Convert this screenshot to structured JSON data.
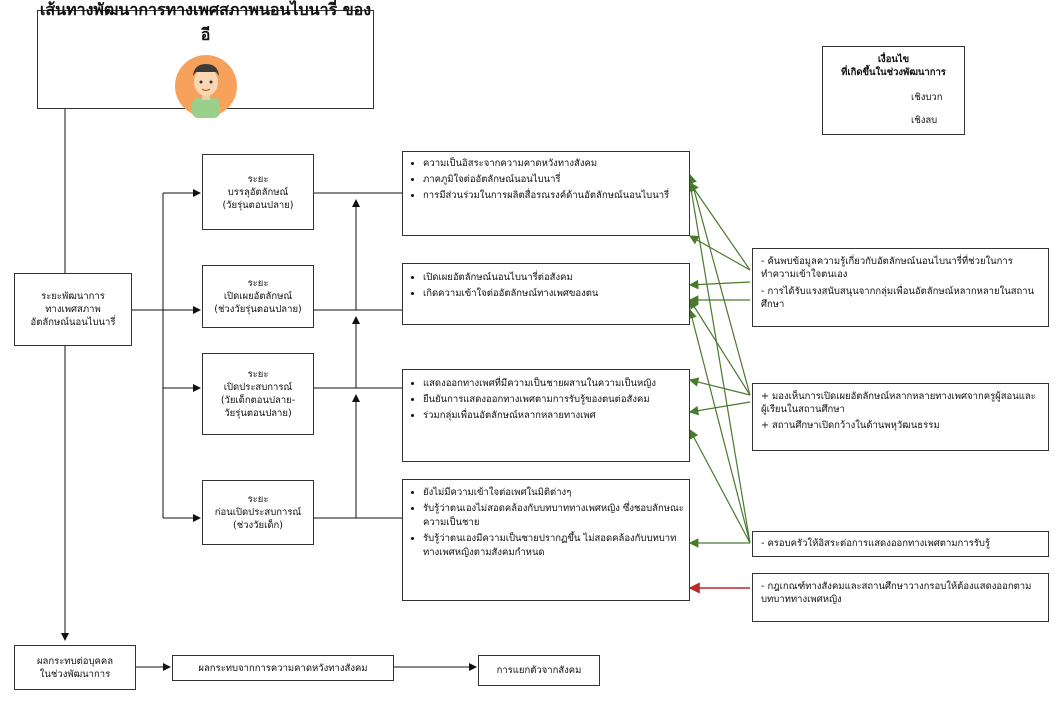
{
  "title": "เส้นทางพัฒนาการทางเพศสภาพนอนไบนารี่ ของ อี",
  "legend": {
    "heading_1": "เงื่อนไข",
    "heading_2": "ที่เกิดขึ้นในช่วงพัฒนาการ",
    "positive_label": "เชิงบวก",
    "negative_label": "เชิงลบ",
    "positive_color": "#4a7a2e",
    "negative_color": "#c0272d"
  },
  "root": {
    "line_1": "ระยะพัฒนาการ",
    "line_2": "ทางเพศสภาพ",
    "line_3": "อัตลักษณ์นอนไบนารี่"
  },
  "stages": [
    {
      "label_1": "ระยะ",
      "label_2": "บรรลุอัตลักษณ์",
      "label_3": "(วัยรุ่นตอนปลาย)",
      "items": [
        "ความเป็นอิสระจากความคาดหวังทางสังคม",
        "ภาคภูมิใจต่ออัตลักษณ์นอนไบนารี่",
        "การมีส่วนร่วมในการผลิตสื่อรณรงค์ด้านอัตลักษณ์นอนไบนารี่"
      ]
    },
    {
      "label_1": "ระยะ",
      "label_2": "เปิดเผยอัตลักษณ์",
      "label_3": "(ช่วงวัยรุ่นตอนปลาย)",
      "items": [
        "เปิดเผยอัตลักษณ์นอนไบนารี่ต่อสังคม",
        "เกิดความเข้าใจต่ออัตลักษณ์ทางเพศของตน"
      ]
    },
    {
      "label_1": "ระยะ",
      "label_2": "เปิดประสบการณ์",
      "label_3": "(วัยเด็กตอนปลาย-",
      "label_4": "วัยรุ่นตอนปลาย)",
      "items": [
        "แสดงออกทางเพศที่มีความเป็นชายผสานในความเป็นหญิง",
        "ยืนยันการแสดงออกทางเพศตามการรับรู้ของตนต่อสังคม",
        "ร่วมกลุ่มเพื่อนอัตลักษณ์หลากหลายทางเพศ"
      ]
    },
    {
      "label_1": "ระยะ",
      "label_2": "ก่อนเปิดประสบการณ์",
      "label_3": "(ช่วงวัยเด็ก)",
      "items": [
        "ยังไม่มีความเข้าใจต่อเพศในมิติต่างๆ",
        "รับรู้ว่าตนเองไม่สอดคล้องกับบทบาททางเพศหญิง ซึ่งชอบลักษณะความเป็นชาย",
        "รับรู้ว่าตนเองมีความเป็นชายปรากฏขึ้น ไม่สอดคล้องกับบทบาททางเพศหญิงตามสังคมกำหนด"
      ]
    }
  ],
  "conditions": [
    {
      "lines": [
        "- ค้นพบข้อมูลความรู้เกี่ยวกับอัตลักษณ์นอนไบนารี่ที่ช่วยในการทำความเข้าใจตนเอง",
        "- การได้รับแรงสนับสนุนจากกลุ่มเพื่อนอัตลักษณ์หลากหลายในสถานศึกษา"
      ]
    },
    {
      "lines": [
        "+ มองเห็นการเปิดเผยอัตลักษณ์หลากหลายทางเพศจากครูผู้สอนและผู้เรียนในสถานศึกษา",
        "+ สถานศึกษาเปิดกว้างในด้านพหุวัฒนธรรม"
      ]
    },
    {
      "lines": [
        "- ครอบครัวให้อิสระต่อการแสดงออกทางเพศตามการรับรู้"
      ]
    },
    {
      "lines": [
        "- กฎเกณฑ์ทางสังคมและสถานศึกษาวางกรอบให้ต้องแสดงออกตามบทบาททางเพศหญิง"
      ]
    }
  ],
  "bottom": {
    "effect_1": "ผลกระทบต่อบุคคล",
    "effect_2": "ในช่วงพัฒนาการ",
    "impact": "ผลกระทบจากการความคาดหวังทางสังคม",
    "result": "การแยกตัวจากสังคม"
  }
}
